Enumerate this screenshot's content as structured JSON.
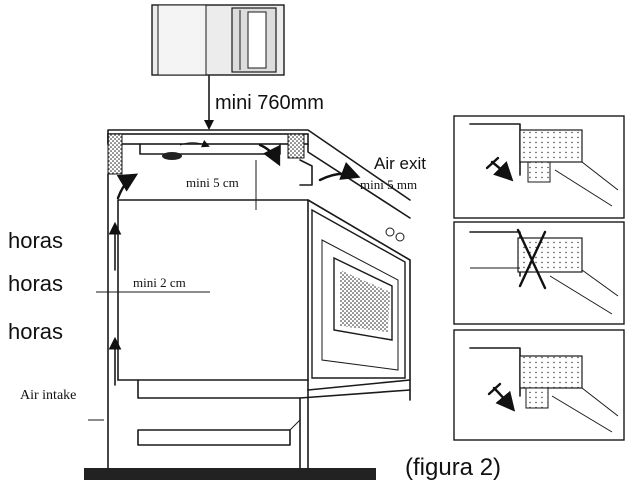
{
  "labels": {
    "min_clearance_above": "mini 760mm",
    "air_exit": "Air   exit",
    "min_gap_exit": "mini  5  mm",
    "min_gap_top": "mini  5  cm",
    "min_gap_side": "mini  2  cm",
    "air_intake": "Air   intake",
    "hours_1": "horas",
    "hours_2": "horas",
    "hours_3": "horas",
    "figure_caption": "(figura 2)"
  },
  "panels": [
    {
      "id": "panel-correct-top",
      "status": "correct"
    },
    {
      "id": "panel-incorrect",
      "status": "incorrect"
    },
    {
      "id": "panel-correct-bottom",
      "status": "correct"
    }
  ],
  "colors": {
    "ink": "#1a1a1a",
    "background": "#ffffff",
    "wall": "#e6e6e6"
  }
}
